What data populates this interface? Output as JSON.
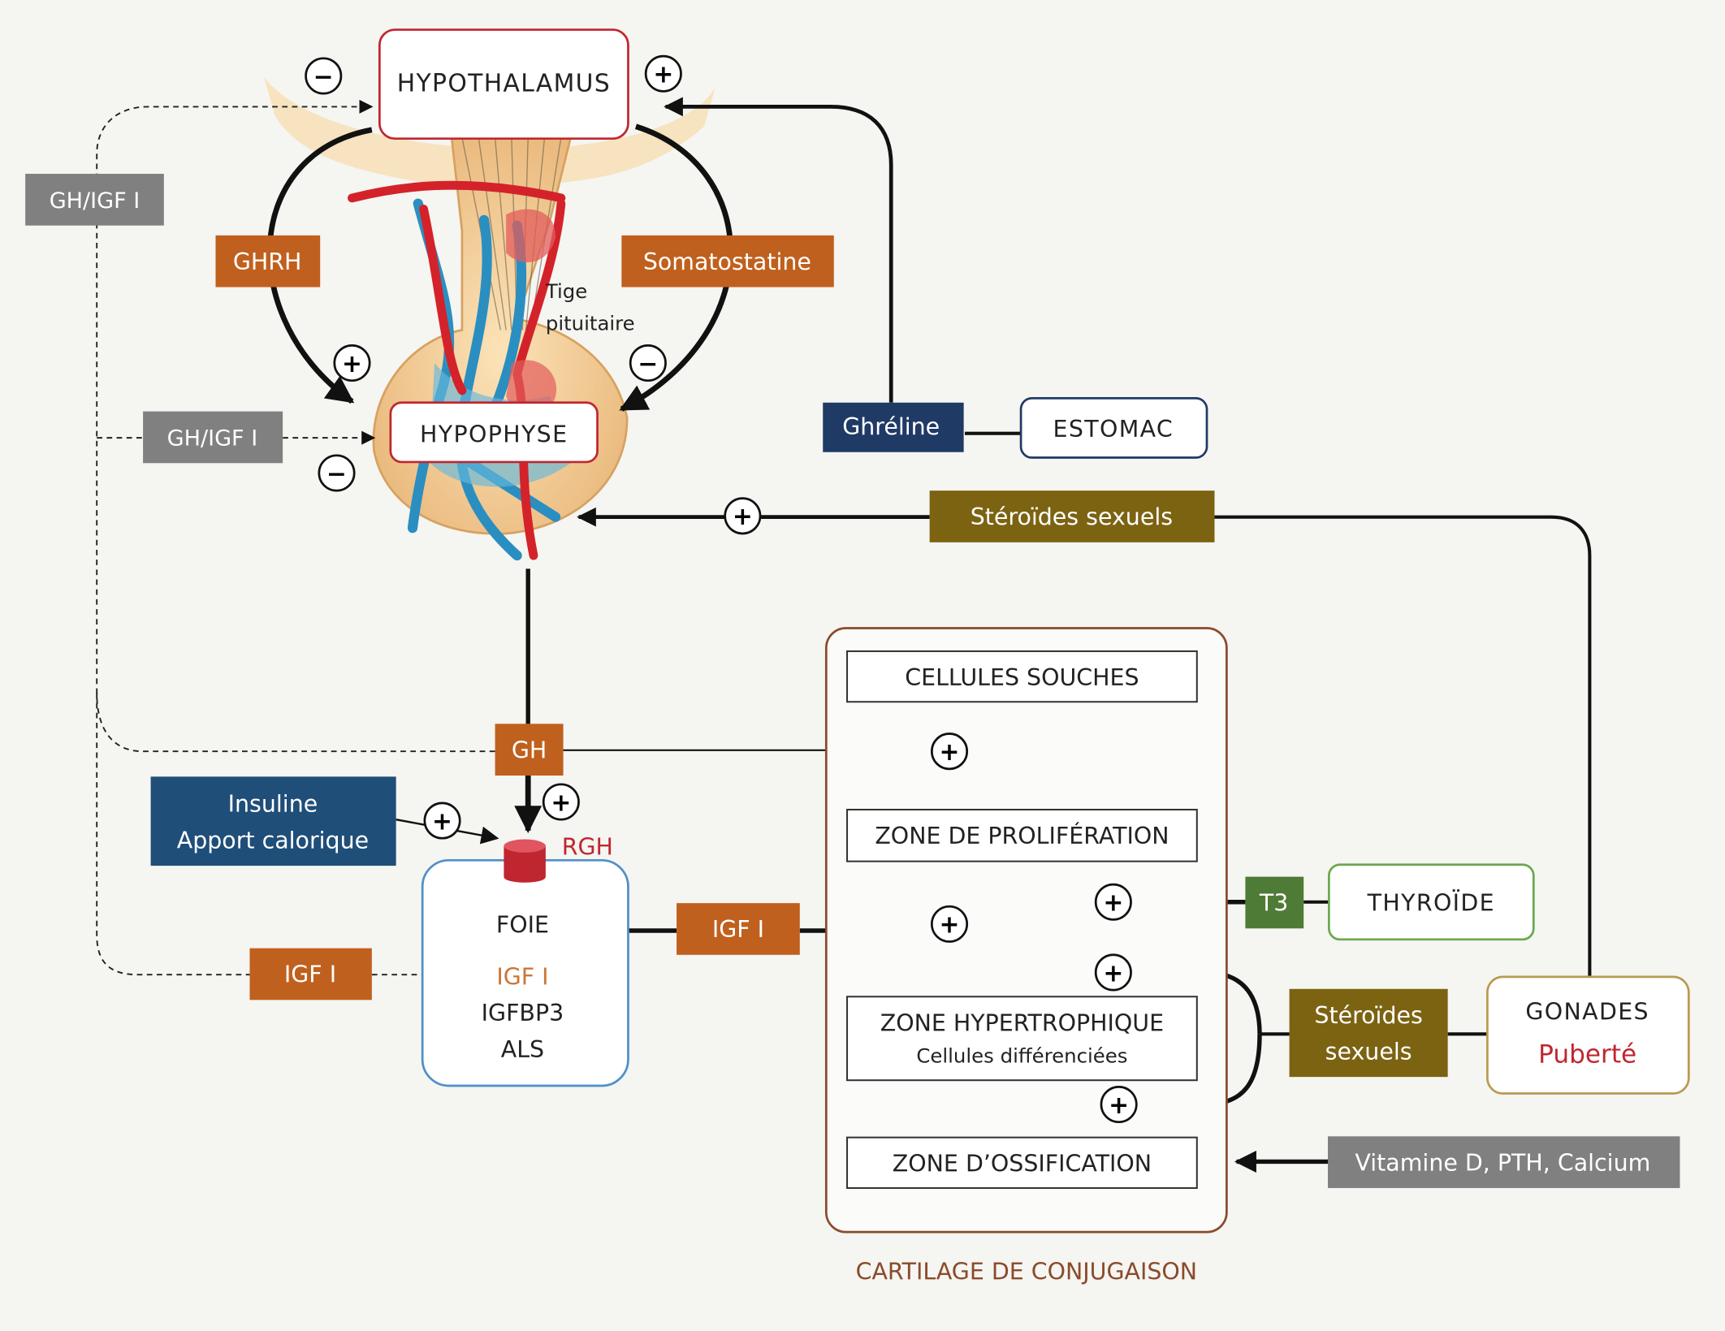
{
  "colors": {
    "background": "#f5f5f1",
    "hormone_orange": "#c0601e",
    "signal_grey": "#808080",
    "navy": "#203a66",
    "blue_box": "#1f4e79",
    "olive": "#7c6312",
    "green": "#4e7b35",
    "organ_red": "#c0262f",
    "liver_border": "#4f8fc8",
    "thyroid_border": "#6aa84f",
    "gonad_border": "#b99a50",
    "cartilage_border": "#8b4a2b",
    "plus_label_red": "#c0262f",
    "igf_text_orange": "#c8773a",
    "cartilage_caption": "#8b4a2b"
  },
  "nodes": {
    "hypothalamus": "HYPOTHALAMUS",
    "hypophyse": "HYPOPHYSE",
    "estomac": "ESTOMAC",
    "foie": "FOIE",
    "thyroide": "THYROÏDE",
    "gonades": {
      "title": "GONADES",
      "subtitle": "Puberté"
    },
    "rgh": "RGH",
    "foie_contents": [
      "IGF I",
      "IGFBP3",
      "ALS"
    ]
  },
  "hormones": {
    "ghrh": "GHRH",
    "somatostatine": "Somatostatine",
    "ghreline": "Ghréline",
    "steroides_top": "Stéroïdes sexuels",
    "gh": "GH",
    "igf_right": "IGF I",
    "igf_left": "IGF I",
    "t3": "T3",
    "steroides_cart": [
      "Stéroïdes",
      "sexuels"
    ],
    "insuline": [
      "Insuline",
      "Apport calorique"
    ],
    "vitamine": "Vitamine D, PTH, Calcium",
    "ghigf_top": "GH/IGF I",
    "ghigf_mid": "GH/IGF I"
  },
  "anatomy": {
    "tige": [
      "Tige",
      "pituitaire"
    ]
  },
  "cartilage": {
    "zones": [
      "CELLULES SOUCHES",
      "ZONE DE PROLIFÉRATION",
      "ZONE HYPERTROPHIQUE",
      "ZONE D’OSSIFICATION"
    ],
    "hypertrophic_sub": "Cellules différenciées",
    "caption": "CARTILAGE DE CONJUGAISON"
  },
  "signs": {
    "plus": "+",
    "minus": "−"
  }
}
